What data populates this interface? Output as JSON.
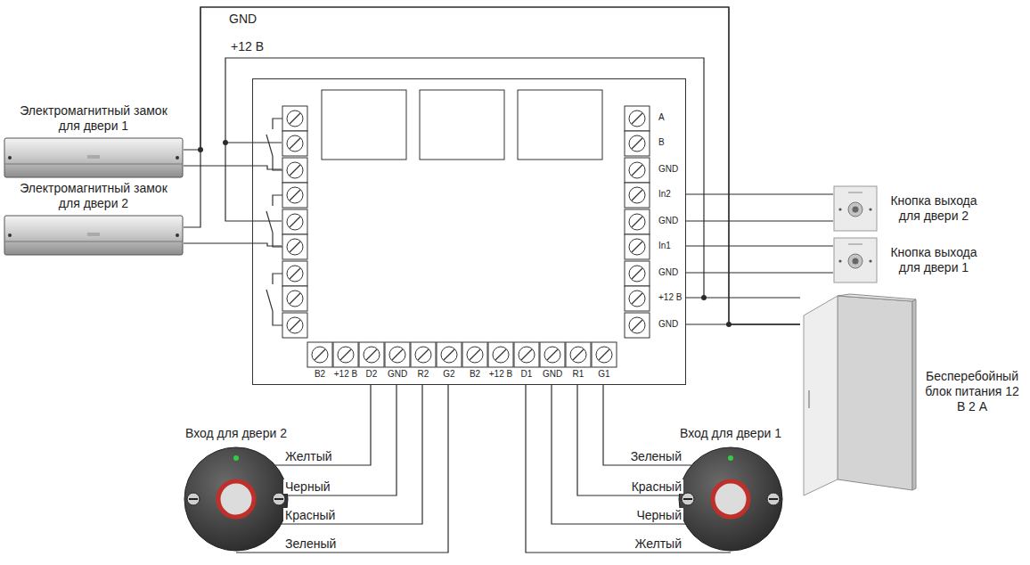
{
  "diagram": {
    "nodes": [
      {
        "text": [
          "Электромагнитный замок для двери 1"
        ]
      },
      {
        "text": [
          "Электромагнитный замок для двери 2"
        ]
      },
      {
        "text": [
          "A",
          "B",
          "GND",
          "In2",
          "GND",
          "In1",
          "GND",
          "+12 В",
          "GND",
          "B2",
          "+12 В",
          "D2",
          "GND",
          "R2",
          "G2",
          "B2",
          "+12 В",
          "D1",
          "GND",
          "R1",
          "G1"
        ]
      },
      {
        "text": [
          "Кнопка выхода для двери 2"
        ]
      },
      {
        "text": [
          "Кнопка выхода для двери 1"
        ]
      },
      {
        "text": [
          "Бесперебойный блок питания 12 В 2 А"
        ]
      },
      {
        "text": [
          "Вход для двери 2"
        ]
      },
      {
        "text": [
          "Вход для двери 1"
        ]
      }
    ],
    "edges": [
      {
        "from": 0,
        "to": 2,
        "arrow": "none"
      },
      {
        "from": 1,
        "to": 2,
        "arrow": "none"
      },
      {
        "from": 5,
        "to": 0,
        "arrow": "none",
        "label": "GND"
      },
      {
        "from": 5,
        "to": 1,
        "arrow": "none"
      },
      {
        "from": 5,
        "to": 2,
        "arrow": "none"
      },
      {
        "from": 5,
        "to": 2,
        "arrow": "none",
        "label": "+12 В"
      },
      {
        "from": 3,
        "to": 2,
        "arrow": "none"
      },
      {
        "from": 4,
        "to": 2,
        "arrow": "none"
      },
      {
        "from": 6,
        "to": 2,
        "arrow": "none",
        "label": "Желтый"
      },
      {
        "from": 6,
        "to": 2,
        "arrow": "none",
        "label": "Черный"
      },
      {
        "from": 6,
        "to": 2,
        "arrow": "none",
        "label": "Красный"
      },
      {
        "from": 6,
        "to": 2,
        "arrow": "none",
        "label": "Зеленый"
      },
      {
        "from": 7,
        "to": 2,
        "arrow": "none",
        "label": "Зеленый"
      },
      {
        "from": 7,
        "to": 2,
        "arrow": "none",
        "label": "Красный"
      },
      {
        "from": 7,
        "to": 2,
        "arrow": "none",
        "label": "Черный"
      },
      {
        "from": 7,
        "to": 2,
        "arrow": "none",
        "label": "Желтый"
      }
    ]
  }
}
